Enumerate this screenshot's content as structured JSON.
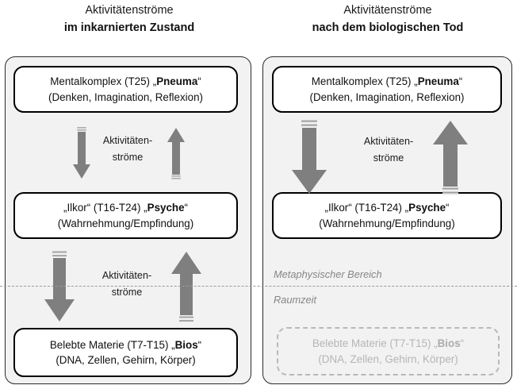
{
  "colors": {
    "panel_bg": "#f2f2f2",
    "panel_border": "#2b2b2b",
    "box_bg": "#ffffff",
    "box_border": "#000000",
    "arrow_fill": "#7f7f7f",
    "arrow_tail_line": "#9e9e9e",
    "ghost_text": "#b5b5b5",
    "ghost_border": "#b9b9b9",
    "realm_text": "#868686",
    "divider": "#9a9a9a",
    "text": "#111111"
  },
  "left_column": {
    "title_line1": "Aktivitätenströme",
    "title_line2": "im inkarnierten Zustand",
    "boxes": {
      "top": {
        "line1_prefix": "Mentalkomplex (T25) „",
        "line1_bold": "Pneuma",
        "line1_suffix": "“",
        "line2": "(Denken, Imagination, Reflexion)"
      },
      "middle": {
        "line1_prefix": "„Ilkor“ (T16-T24) „",
        "line1_bold": "Psyche",
        "line1_suffix": "“",
        "line2": "(Wahrnehmung/Empfindung)"
      },
      "bottom": {
        "line1_prefix": "Belebte Materie (T7-T15) „",
        "line1_bold": "Bios",
        "line1_suffix": "“",
        "line2": "(DNA, Zellen, Gehirn, Körper)"
      }
    },
    "flow_upper": {
      "line1": "Aktivitäten-",
      "line2": "ströme"
    },
    "flow_lower": {
      "line1": "Aktivitäten-",
      "line2": "ströme"
    }
  },
  "right_column": {
    "title_line1": "Aktivitätenströme",
    "title_line2": "nach dem biologischen Tod",
    "boxes": {
      "top": {
        "line1_prefix": "Mentalkomplex (T25) „",
        "line1_bold": "Pneuma",
        "line1_suffix": "“",
        "line2": "(Denken, Imagination, Reflexion)"
      },
      "middle": {
        "line1_prefix": "„Ilkor“ (T16-T24) „",
        "line1_bold": "Psyche",
        "line1_suffix": "“",
        "line2": "(Wahrnehmung/Empfindung)"
      },
      "bottom_inactive": {
        "line1_prefix": "Belebte Materie (T7-T15) „",
        "line1_bold": "Bios",
        "line1_suffix": "“",
        "line2": "(DNA, Zellen, Gehirn, Körper)"
      }
    },
    "flow_upper": {
      "line1": "Aktivitäten-",
      "line2": "ströme"
    },
    "realm_upper": "Metaphysischer Bereich",
    "realm_lower": "Raumzeit"
  },
  "icons": {
    "arrow_down": "arrow-down-icon",
    "arrow_up": "arrow-up-icon"
  }
}
